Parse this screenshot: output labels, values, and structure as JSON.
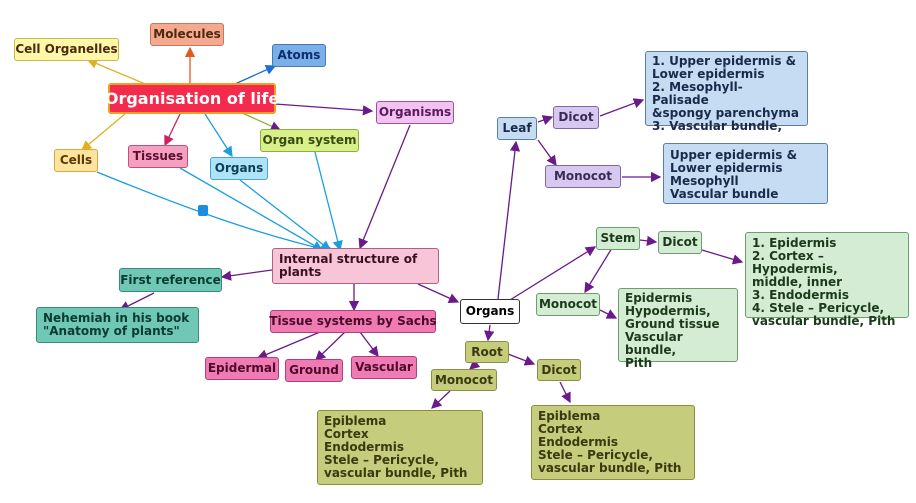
{
  "diagram": {
    "title": "Organisation of life",
    "levels": {
      "cell_organelles": "Cell Organelles",
      "molecules": "Molecules",
      "atoms": "Atoms",
      "cells": "Cells",
      "tissues": "Tissues",
      "organs": "Organs",
      "organ_system": "Organ system",
      "organisms": "Organisms"
    },
    "internal_structure": "Internal structure of\nplants",
    "first_reference": "First reference",
    "reference_text": "Nehemiah in his book\n\"Anatomy of plants\"",
    "tissue_systems": "Tissue systems by Sachs",
    "epidermal": "Epidermal",
    "ground": "Ground",
    "vascular": "Vascular",
    "organs_hub": "Organs",
    "leaf": "Leaf",
    "leaf_dicot": "Dicot",
    "leaf_dicot_detail": "1. Upper epidermis &\nLower epidermis\n2. Mesophyll- Palisade\n&spongy parenchyma\n3. Vascular bundle,",
    "leaf_monocot": "Monocot",
    "leaf_monocot_detail": "Upper epidermis &\nLower epidermis\nMesophyll\nVascular bundle",
    "stem": "Stem",
    "stem_dicot": "Dicot",
    "stem_dicot_detail": "1. Epidermis\n2. Cortex – Hypodermis,\nmiddle, inner\n3. Endodermis\n4. Stele – Pericycle,\nvascular bundle, Pith",
    "stem_monocot": "Monocot",
    "stem_monocot_detail": "Epidermis\nHypodermis,\nGround tissue\nVascular bundle,\nPith",
    "root": "Root",
    "root_monocot": "Monocot",
    "root_monocot_detail": "Epiblema\nCortex\nEndodermis\nStele – Pericycle,\nvascular bundle, Pith",
    "root_dicot": "Dicot",
    "root_dicot_detail": "Epiblema\nCortex\nEndodermis\nStele – Pericycle,\nvascular bundle, Pith"
  }
}
